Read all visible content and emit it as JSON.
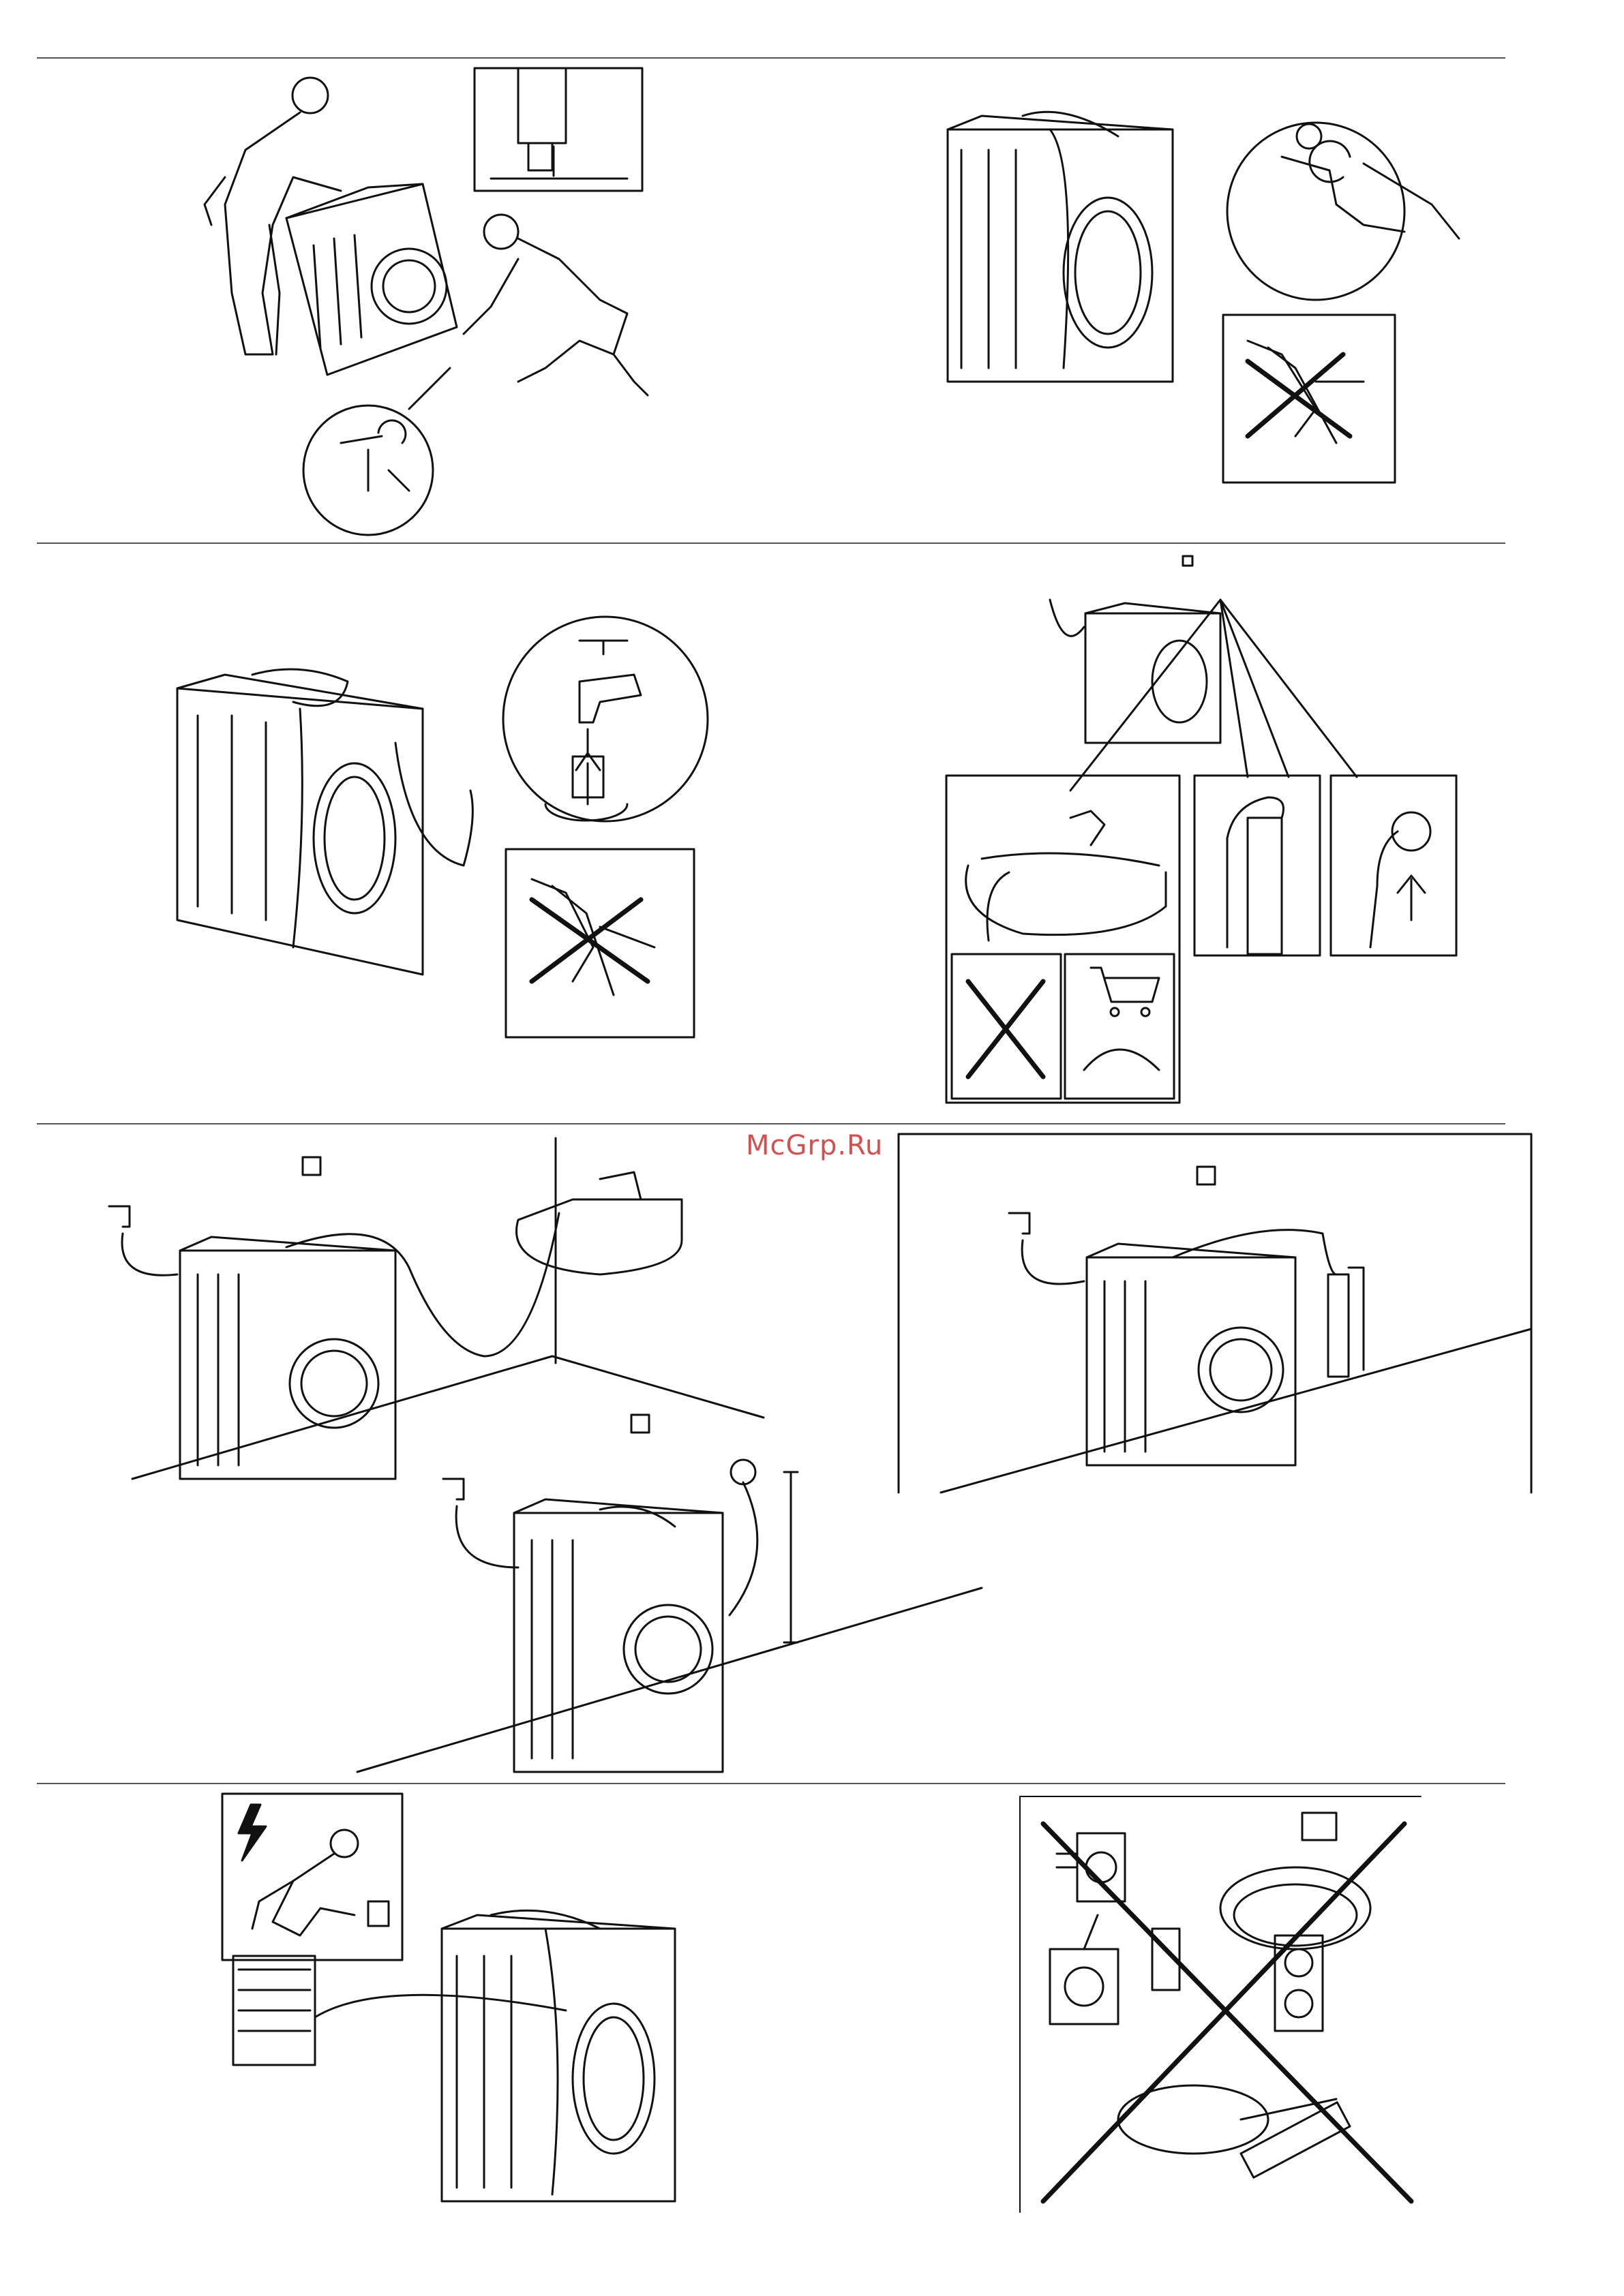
{
  "document": {
    "type": "washing machine installation instructions (illustrated page)",
    "watermark": "McGrp.Ru",
    "colors": {
      "line": "#111111",
      "rule": "#555555",
      "watermark": "#d45050",
      "background": "#ffffff"
    }
  },
  "sections": [
    {
      "panels": [
        {
          "name": "leveling-feet",
          "icons": [
            "person-icon",
            "washing-machine-icon",
            "foot-adjust-icon"
          ]
        },
        {
          "name": "inlet-hose-connection",
          "icons": [
            "washing-machine-icon",
            "hose-connector-icon"
          ]
        },
        {
          "name": "no-pliers",
          "icons": [
            "pliers-icon",
            "prohibited-cross-icon"
          ]
        }
      ]
    },
    {
      "panels": [
        {
          "name": "tap-connection",
          "icons": [
            "washing-machine-icon",
            "tap-icon"
          ]
        },
        {
          "name": "no-pliers",
          "icons": [
            "pliers-icon",
            "prohibited-cross-icon"
          ]
        },
        {
          "name": "drain-options",
          "icons": [
            "sink-icon",
            "standpipe-icon",
            "wall-drain-icon",
            "cart-icon"
          ]
        }
      ]
    },
    {
      "panels": [
        {
          "name": "drain-into-sink",
          "icons": [
            "washing-machine-icon",
            "sink-icon"
          ]
        },
        {
          "name": "drain-into-wall",
          "icons": [
            "washing-machine-icon",
            "wall-drain-icon"
          ]
        },
        {
          "name": "drain-into-standpipe",
          "icons": [
            "washing-machine-icon",
            "standpipe-icon"
          ]
        }
      ]
    },
    {
      "panels": [
        {
          "name": "electrical-connection",
          "icons": [
            "lightning-icon",
            "person-icon",
            "rating-label-icon"
          ]
        },
        {
          "name": "no-adapters-or-extensions",
          "icons": [
            "adapter-icon",
            "extension-cord-icon",
            "prohibited-cross-icon"
          ]
        }
      ]
    }
  ]
}
